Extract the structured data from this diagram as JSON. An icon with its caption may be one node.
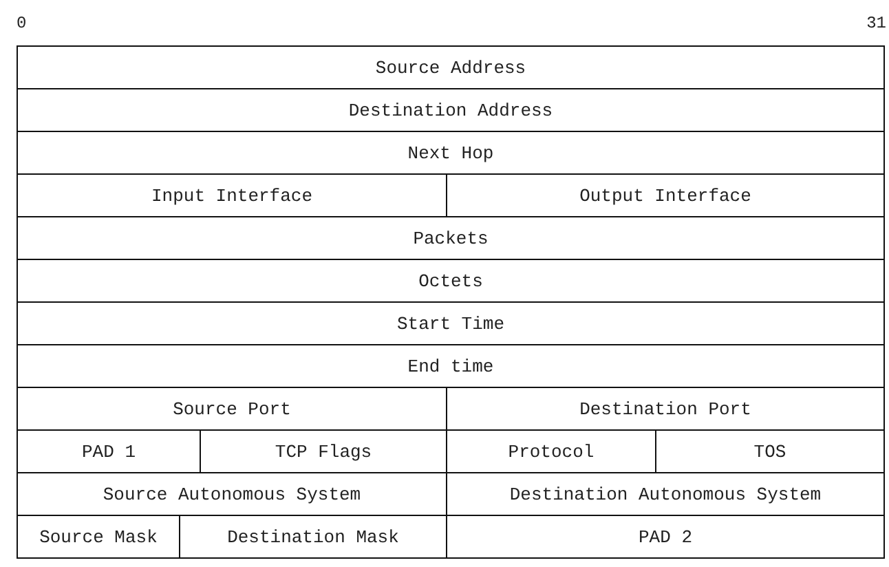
{
  "diagram": {
    "labels": [
      "0",
      "31",
      "Source Address",
      "Destination Address",
      "Next Hop",
      "Input Interface",
      "Output Interface",
      "Packets",
      "Octets",
      "Start Time",
      "End time",
      "Source Port",
      "Destination Port",
      "PAD 1",
      "TCP Flags",
      "Protocol",
      "TOS",
      "Source Autonomous System",
      "Destination Autonomous System",
      "Source Mask",
      "Destination Mask",
      "PAD 2"
    ]
  }
}
